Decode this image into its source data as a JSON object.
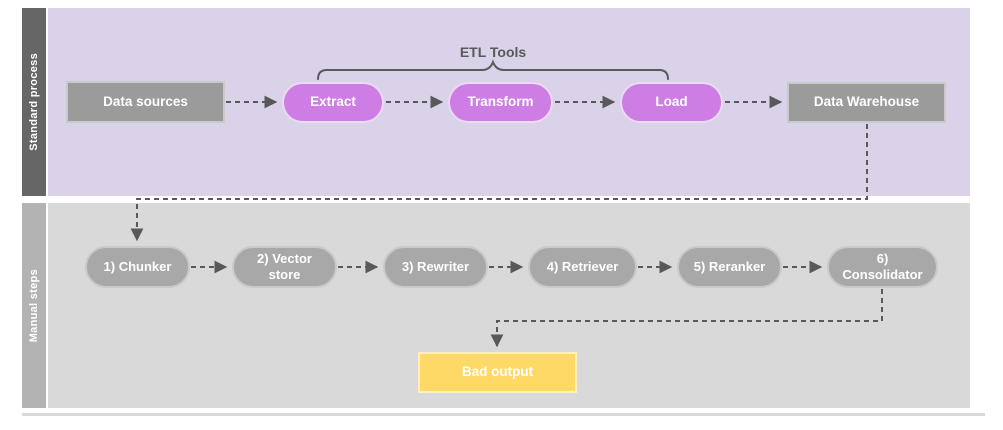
{
  "diagram": {
    "type": "flowchart-swimlanes",
    "annotation": {
      "etl_tools_label": "ETL Tools"
    },
    "lanes": [
      {
        "label": "Standard process",
        "bar_color": "#666666",
        "body_color": "#d9d2e9"
      },
      {
        "label": "Manual steps",
        "bar_color": "#b3b3b3",
        "body_color": "#d9d9d9"
      }
    ],
    "standard_process": {
      "nodes": [
        {
          "label": "Data sources",
          "shape": "rectangle",
          "fill": "#9b9b9b"
        },
        {
          "label": "Extract",
          "shape": "pill",
          "fill": "#cd7de3"
        },
        {
          "label": "Transform",
          "shape": "pill",
          "fill": "#cd7de3"
        },
        {
          "label": "Load",
          "shape": "pill",
          "fill": "#cd7de3"
        },
        {
          "label": "Data Warehouse",
          "shape": "rectangle",
          "fill": "#9b9b9b"
        }
      ]
    },
    "manual_steps": {
      "nodes": [
        {
          "label": "1) Chunker",
          "shape": "pill",
          "fill": "#a8a8a8"
        },
        {
          "label": "2) Vector store",
          "shape": "pill",
          "fill": "#a8a8a8"
        },
        {
          "label": "3) Rewriter",
          "shape": "pill",
          "fill": "#a8a8a8"
        },
        {
          "label": "4) Retriever",
          "shape": "pill",
          "fill": "#a8a8a8"
        },
        {
          "label": "5) Reranker",
          "shape": "pill",
          "fill": "#a8a8a8"
        },
        {
          "label": "6) Consolidator",
          "shape": "pill",
          "fill": "#a8a8a8"
        },
        {
          "label": "Bad output",
          "shape": "rectangle",
          "fill": "#ffd966"
        }
      ]
    },
    "edges": [
      {
        "from": "Data sources",
        "to": "Extract",
        "style": "dashed-arrow"
      },
      {
        "from": "Extract",
        "to": "Transform",
        "style": "dashed-arrow"
      },
      {
        "from": "Transform",
        "to": "Load",
        "style": "dashed-arrow"
      },
      {
        "from": "Load",
        "to": "Data Warehouse",
        "style": "dashed-arrow"
      },
      {
        "from": "Data Warehouse",
        "to": "1) Chunker",
        "style": "dashed-arrow"
      },
      {
        "from": "1) Chunker",
        "to": "2) Vector store",
        "style": "dashed-arrow"
      },
      {
        "from": "2) Vector store",
        "to": "3) Rewriter",
        "style": "dashed-arrow"
      },
      {
        "from": "3) Rewriter",
        "to": "4) Retriever",
        "style": "dashed-arrow"
      },
      {
        "from": "4) Retriever",
        "to": "5) Reranker",
        "style": "dashed-arrow"
      },
      {
        "from": "5) Reranker",
        "to": "6) Consolidator",
        "style": "dashed-arrow"
      },
      {
        "from": "6) Consolidator",
        "to": "Bad output",
        "style": "dashed-arrow"
      },
      {
        "brace_over": [
          "Extract",
          "Transform",
          "Load"
        ],
        "label": "ETL Tools"
      }
    ],
    "colors": {
      "edge": "#595959",
      "node_text": "#ffffff",
      "pink_accent": "#cd7de3",
      "yellow_accent": "#ffd966"
    }
  }
}
